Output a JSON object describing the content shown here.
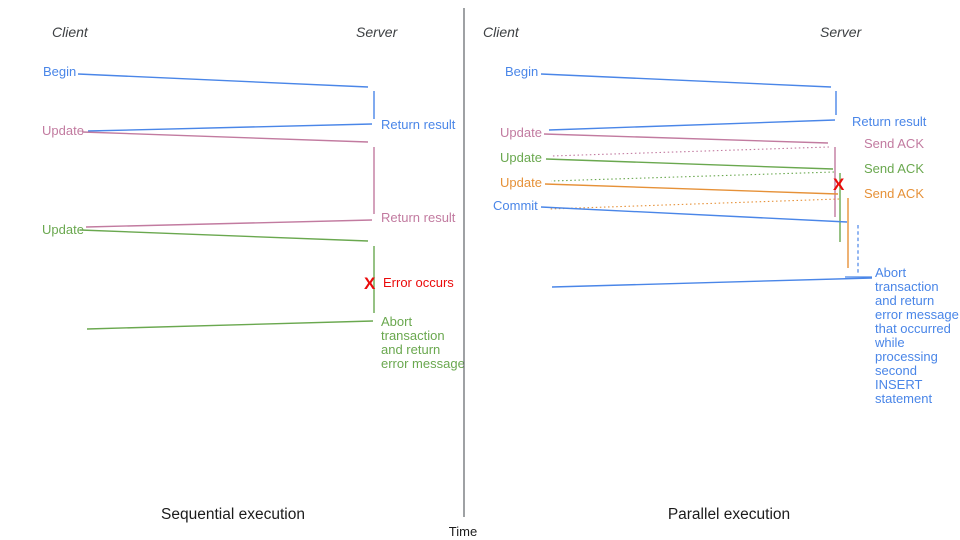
{
  "colors": {
    "blue": "#4a86e8",
    "pink": "#c27ba0",
    "green": "#6aa84f",
    "orange": "#e69138",
    "red": "#ea0b0b",
    "header": "#3d4043",
    "caption": "#1c1c1c",
    "axis": "#5f6368"
  },
  "axis": {
    "label": "Time"
  },
  "left": {
    "caption": "Sequential execution",
    "client": "Client",
    "server": "Server",
    "messages": {
      "begin": "Begin",
      "return1": "Return result",
      "update1": "Update",
      "return2": "Return result",
      "update2": "Update",
      "error_mark": "X",
      "error": "Error occurs",
      "abort_lines": [
        "Abort",
        "transaction",
        "and return",
        "error message"
      ]
    }
  },
  "right": {
    "caption": "Parallel execution",
    "client": "Client",
    "server": "Server",
    "messages": {
      "begin": "Begin",
      "return1": "Return result",
      "update1": "Update",
      "ack1": "Send ACK",
      "update2": "Update",
      "ack2": "Send ACK",
      "update3": "Update",
      "ack3": "Send ACK",
      "commit": "Commit",
      "error_mark": "X",
      "abort_lines": [
        "Abort",
        "transaction",
        "and return",
        "error message",
        "that occurred",
        "while",
        "processing",
        "second",
        "INSERT",
        "statement"
      ]
    }
  }
}
